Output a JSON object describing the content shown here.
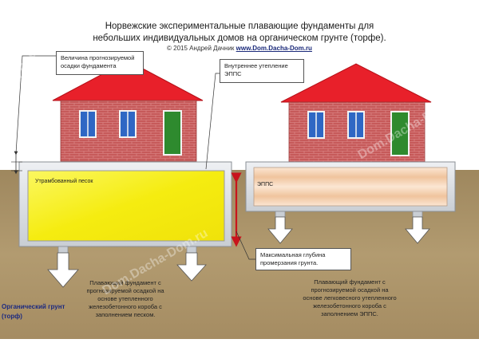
{
  "title_line1": "Норвежские экспериментальные плавающие фундаменты для",
  "title_line2": "небольших индивидуальных домов на органическом грунте (торфе).",
  "copyright_prefix": "© 2015 Андрей Дачник",
  "copyright_site": "www.Dom.Dacha-Dom.ru",
  "callouts": {
    "settlement": "Величина прогнозируемой осадки фундамента",
    "inner_insulation": "Внутреннее утепление ЭППС",
    "frost_depth": "Максимальная глубина промерзания грунта."
  },
  "left_foundation": {
    "fill_label": "Утрамбованный песок",
    "description": "Плавающий фундамент с прогнозируемой осадкой на основе утепленного железобетонного короба с заполнением песком."
  },
  "right_foundation": {
    "fill_label": "ЭППС",
    "description": "Плавающий фундамент с прогнозируемой осадкой на основе легковесного утепленного железобетонного короба с заполнением ЭППС."
  },
  "soil_label": "Органический грунт (торф)",
  "watermark": "Dom.Dacha-Dom.ru",
  "colors": {
    "soil": "#a89066",
    "sky": "#ffffff",
    "roof": "#e8202a",
    "brick": "#c65a5a",
    "window_blue": "#2f67c4",
    "door_green": "#2e8a2e",
    "sand": "#f4ef1a",
    "epps": "#f2c9a6",
    "concrete": "#d9dde2",
    "frost_arrow": "#c8141c"
  }
}
